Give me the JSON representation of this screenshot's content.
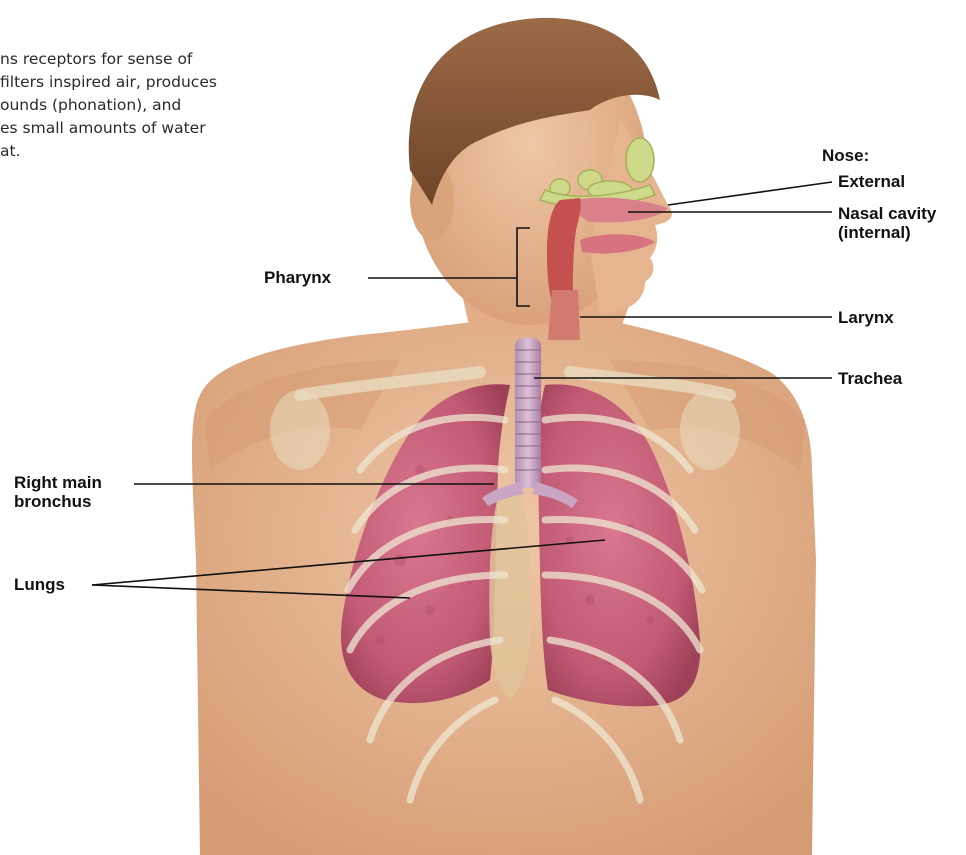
{
  "intro_text": [
    "ns receptors for sense of",
    "filters inspired air, produces",
    "ounds (phonation), and",
    "es small amounts of water",
    "at."
  ],
  "labels": {
    "nose_heading": "Nose:",
    "external": "External",
    "nasal_cavity_line1": "Nasal cavity",
    "nasal_cavity_line2": "(internal)",
    "pharynx": "Pharynx",
    "larynx": "Larynx",
    "trachea": "Trachea",
    "right_main_bronchus_line1": "Right main",
    "right_main_bronchus_line2": "bronchus",
    "lungs": "Lungs"
  },
  "colors": {
    "skin": "#e7b995",
    "skin_shade": "#d9a37c",
    "hair": "#8a5a3a",
    "lung": "#c8607a",
    "lung_dark": "#a94a63",
    "trachea": "#c9a6c4",
    "rib": "#ece4cf",
    "sinus": "#cfd98a",
    "nasal_cavity": "#d9808a",
    "leader_line": "#111111"
  }
}
